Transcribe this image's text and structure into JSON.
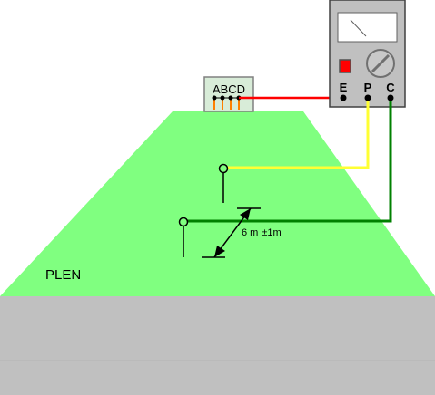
{
  "connector_box": {
    "label": "ABCD"
  },
  "meter": {
    "terminals": [
      {
        "label": "E"
      },
      {
        "label": "P"
      },
      {
        "label": "C"
      }
    ]
  },
  "ground": {
    "label": "PLEN"
  },
  "dimension": {
    "value": "6 m",
    "tolerance_sign": "±",
    "tolerance": "1m"
  },
  "colors": {
    "field": "#80ff80",
    "soil": "#c0c0c0",
    "meter_body": "#c0c0c0",
    "wire_e": "#ff0000",
    "wire_p": "#ffff33",
    "wire_c": "#008000",
    "indicator": "#ff0000",
    "connector_box": "#d8ecd8",
    "connector_pins": "#ff8000"
  }
}
